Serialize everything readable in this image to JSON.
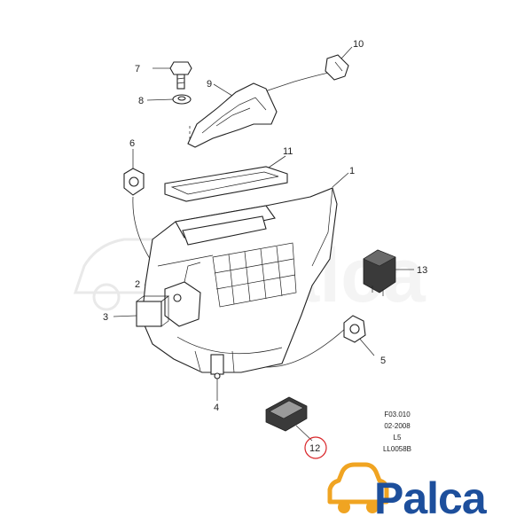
{
  "callouts": {
    "c1": "1",
    "c2": "2",
    "c3": "3",
    "c4": "4",
    "c5": "5",
    "c6": "6",
    "c7": "7",
    "c8": "8",
    "c9": "9",
    "c10": "10",
    "c11": "11",
    "c12": "12",
    "c13": "13"
  },
  "highlighted_callout": "12",
  "reference": {
    "code": "F03.010",
    "date": "02-2008",
    "variant": "L5",
    "drawing_id": "LL0058B"
  },
  "logo": {
    "text": "Palca",
    "icon": "car-icon"
  },
  "watermark": {
    "text": "Palca",
    "icon": "car-icon"
  },
  "colors": {
    "highlight_circle": "#d9262a",
    "logo_text": "#1d4f9c",
    "logo_icon": "#f0a422"
  }
}
